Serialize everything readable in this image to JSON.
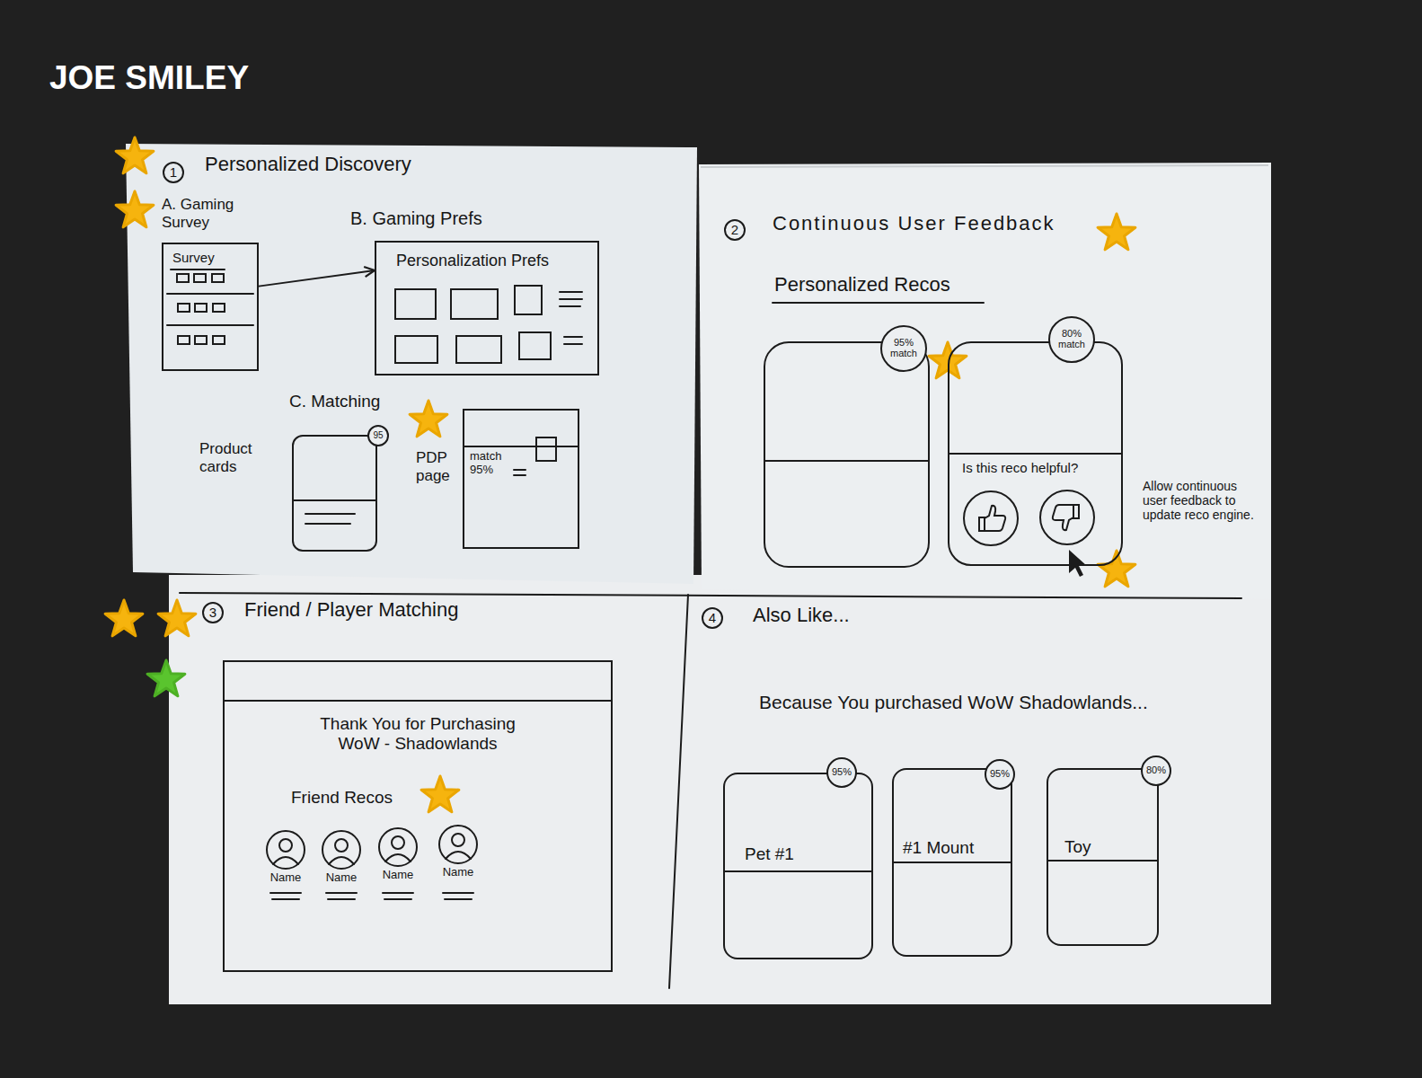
{
  "diagram": {
    "title": "JOE SMILEY",
    "nodes": [
      {
        "text": [
          "Survey"
        ]
      },
      {
        "text": [
          "Personalization Prefs"
        ]
      },
      {
        "text": []
      },
      {
        "text": [
          "95"
        ],
        "in": 2
      },
      {
        "text": [
          "match 95%"
        ]
      },
      {
        "text": []
      },
      {
        "text": [
          "95% match"
        ],
        "in": 5
      },
      {
        "text": [
          "Is this reco helpful?"
        ]
      },
      {
        "text": [
          "80% match"
        ],
        "in": 7
      },
      {
        "text": [
          "Thank You for Purchasing WoW - Shadowlands",
          "Friend Recos"
        ]
      },
      {
        "text": [
          "Name"
        ],
        "in": 9
      },
      {
        "text": [
          "Name"
        ],
        "in": 9
      },
      {
        "text": [
          "Name"
        ],
        "in": 9
      },
      {
        "text": [
          "Name"
        ],
        "in": 9
      },
      {
        "text": [
          "Pet #1"
        ]
      },
      {
        "text": [
          "95%"
        ],
        "in": 14
      },
      {
        "text": [
          "#1 Mount"
        ]
      },
      {
        "text": [
          "95%"
        ],
        "in": 16
      },
      {
        "text": [
          "Toy"
        ]
      },
      {
        "text": [
          "80%"
        ],
        "in": 18
      }
    ],
    "edges": [
      {
        "from": 0,
        "to": 1,
        "arrow": "to"
      }
    ],
    "labels": [
      "1",
      "Personalized Discovery",
      "A. Gaming Survey",
      "B. Gaming Prefs",
      "C. Matching",
      "Product cards",
      "PDP page",
      "2",
      "Continuous User Feedback",
      "Personalized Recos",
      "Allow continuous user feedback to update reco engine.",
      "3",
      "Friend / Player Matching",
      "4",
      "Also Like...",
      "Because You purchased WoW Shadowlands..."
    ]
  }
}
